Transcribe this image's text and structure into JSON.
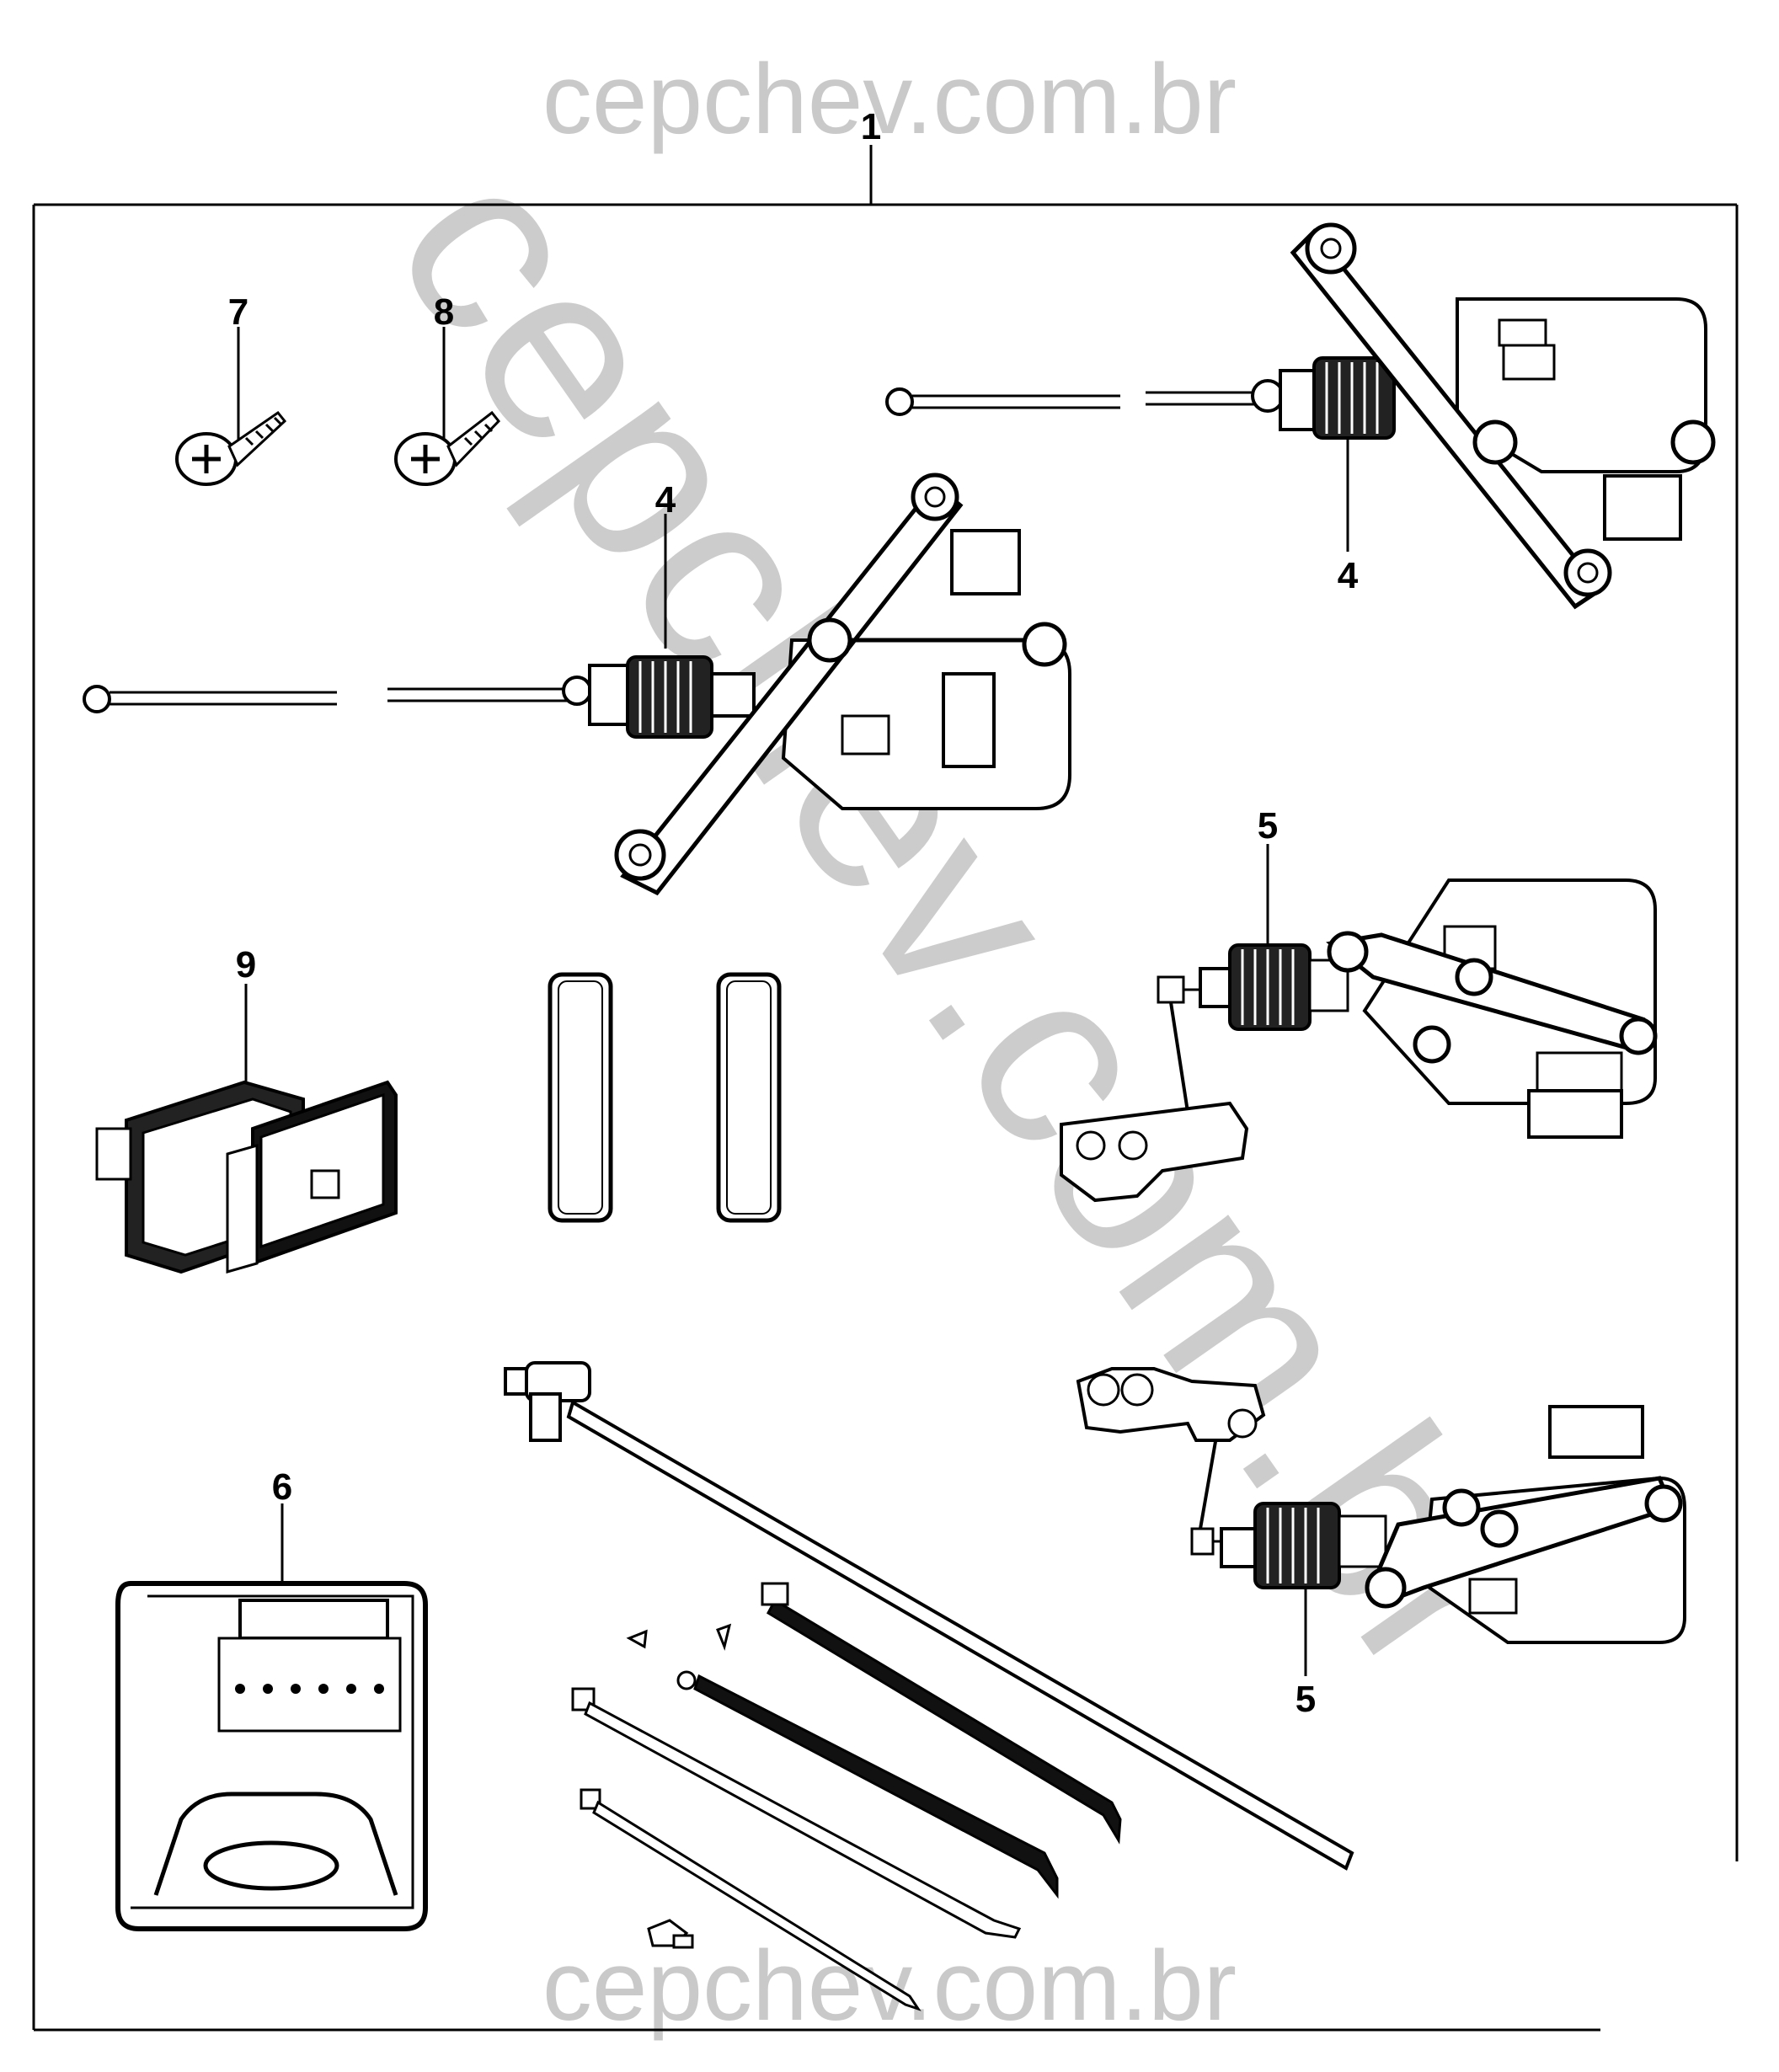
{
  "diagram": {
    "watermark_top": "cepchev.com.br",
    "watermark_diagonal": "cepchev.com.br",
    "watermark_bottom": "cepchev.com.br",
    "callouts": {
      "assembly": "1",
      "actuator_upper_left": "4",
      "actuator_upper_right": "4",
      "actuator_lower_upper": "5",
      "actuator_lower_lower": "5",
      "module": "6",
      "screw_a": "7",
      "screw_b": "8",
      "switch": "9"
    }
  }
}
